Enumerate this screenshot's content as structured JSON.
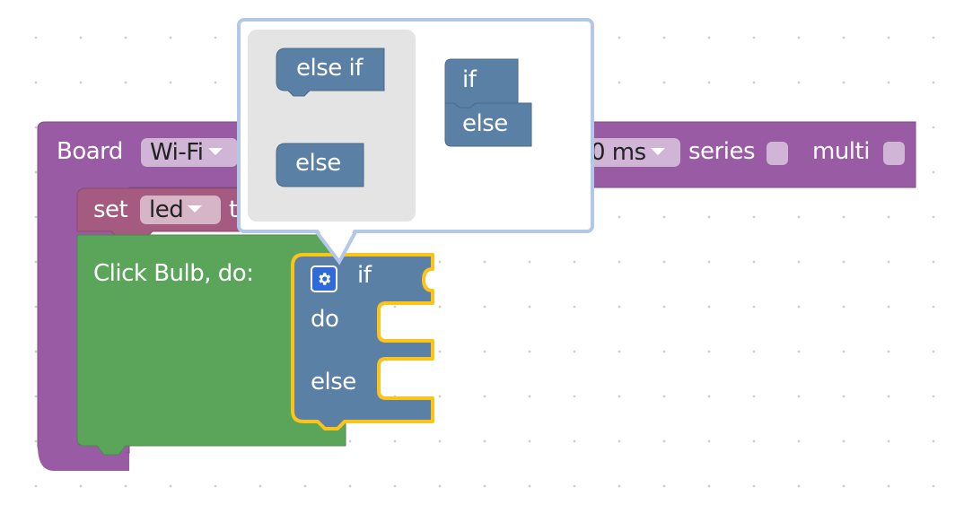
{
  "board_block": {
    "label": "Board",
    "dropdown_value": "Wi-Fi",
    "ms_value": "0 ms",
    "series_label": "series",
    "multi_label": "multi"
  },
  "set_block": {
    "label": "set",
    "variable": "led",
    "suffix": "t"
  },
  "click_block": {
    "label": "Click Bulb, do:"
  },
  "if_block": {
    "if_label": "if",
    "do_label": "do",
    "else_label": "else"
  },
  "mutator": {
    "flyout_else_if": "else if",
    "flyout_else": "else",
    "container_if": "if",
    "container_else": "else"
  },
  "colors": {
    "board_purple": "#9a5ba5",
    "set_block": "#a55b80",
    "click_block": "#5ba55b",
    "logic_block": "#5b80a5",
    "selection_outline": "#fcc419",
    "mutator_border": "#b2c8e6"
  },
  "icons": {
    "mutator_toggle": "gear-icon"
  }
}
